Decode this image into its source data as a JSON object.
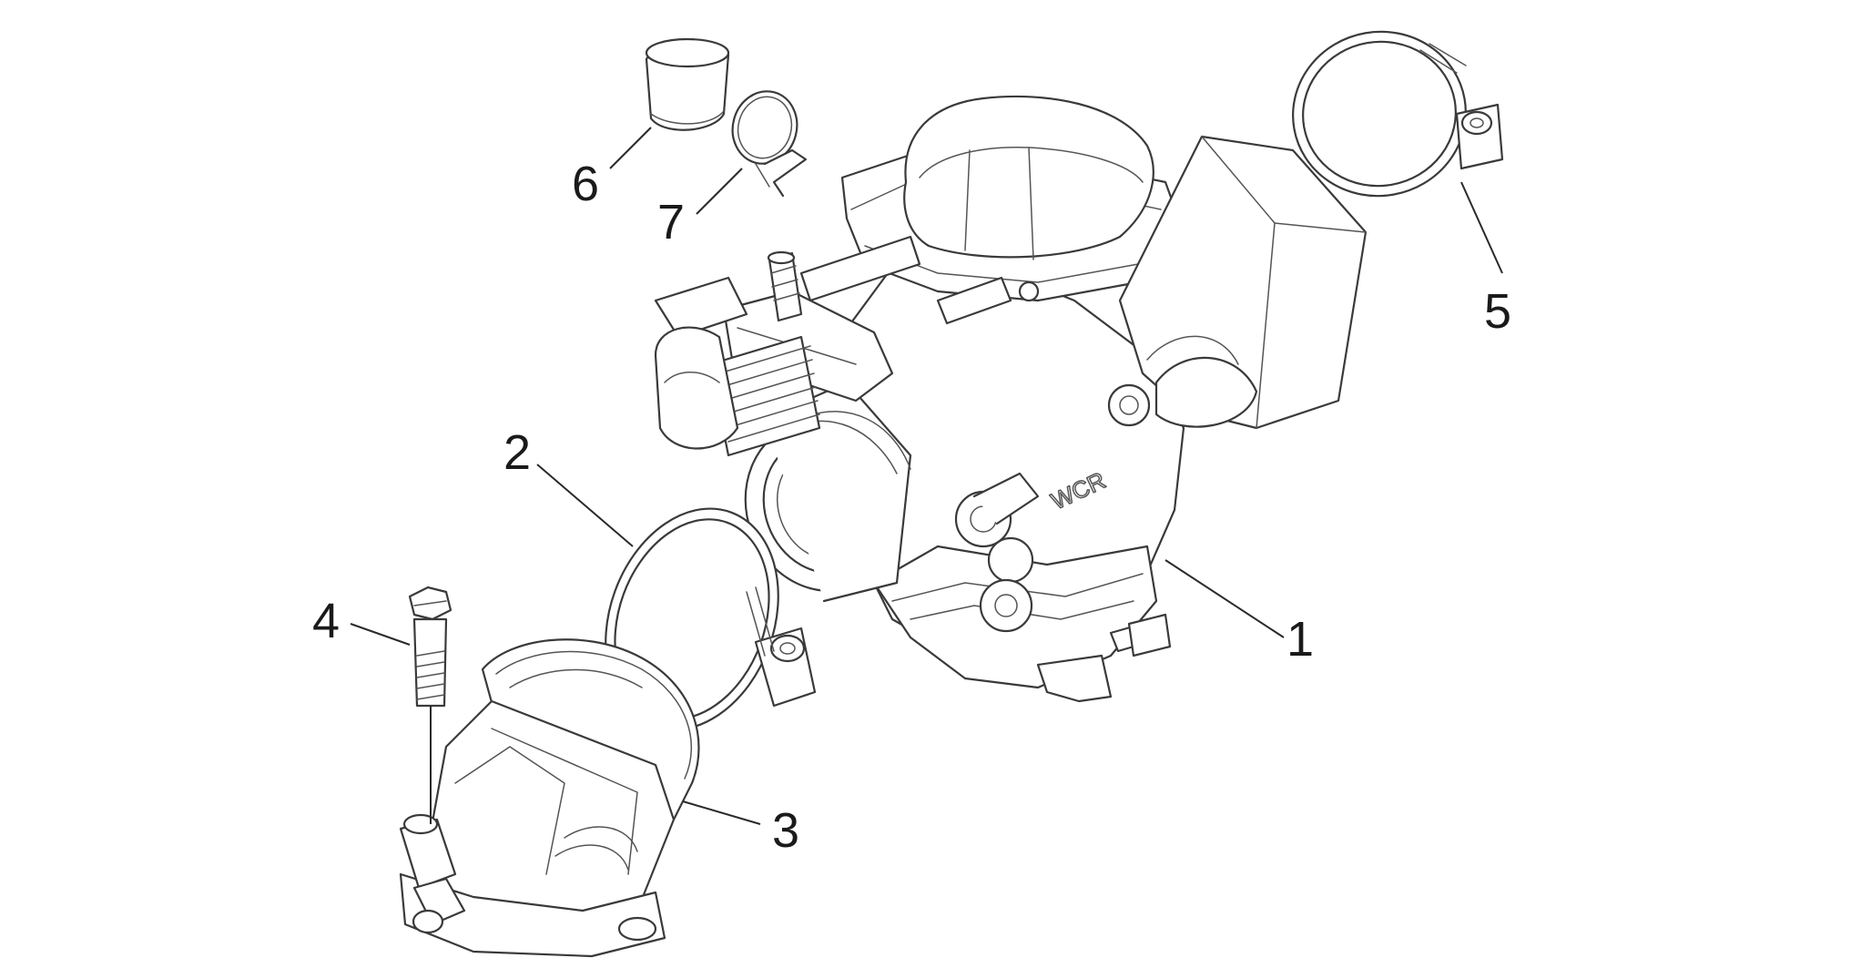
{
  "parts": [
    {
      "id": "1",
      "label": "1"
    },
    {
      "id": "2",
      "label": "2"
    },
    {
      "id": "3",
      "label": "3"
    },
    {
      "id": "4",
      "label": "4"
    },
    {
      "id": "5",
      "label": "5"
    },
    {
      "id": "6",
      "label": "6"
    },
    {
      "id": "7",
      "label": "7"
    }
  ],
  "colors": {
    "line": "#3a3a3a",
    "background": "#ffffff",
    "text": "#1a1a1a"
  }
}
